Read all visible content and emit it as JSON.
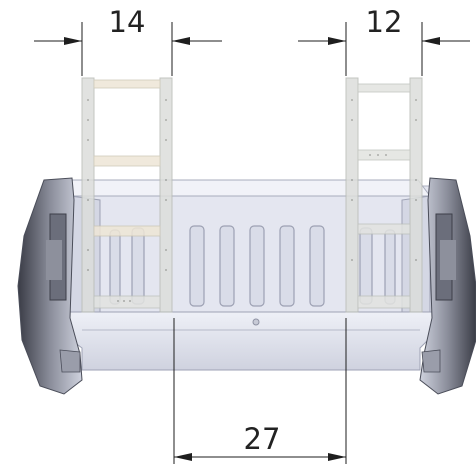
{
  "dimensions": {
    "top_left": "14",
    "top_right": "12",
    "bottom": "27"
  },
  "colors": {
    "body_fill": "#e6e8f2",
    "body_shadow": "#b9bdcc",
    "body_dark": "#5f6270",
    "ladder": "#c9ccc6",
    "ladder_accent": "#e9dcc4",
    "dimension_line": "#1e1e1e"
  }
}
